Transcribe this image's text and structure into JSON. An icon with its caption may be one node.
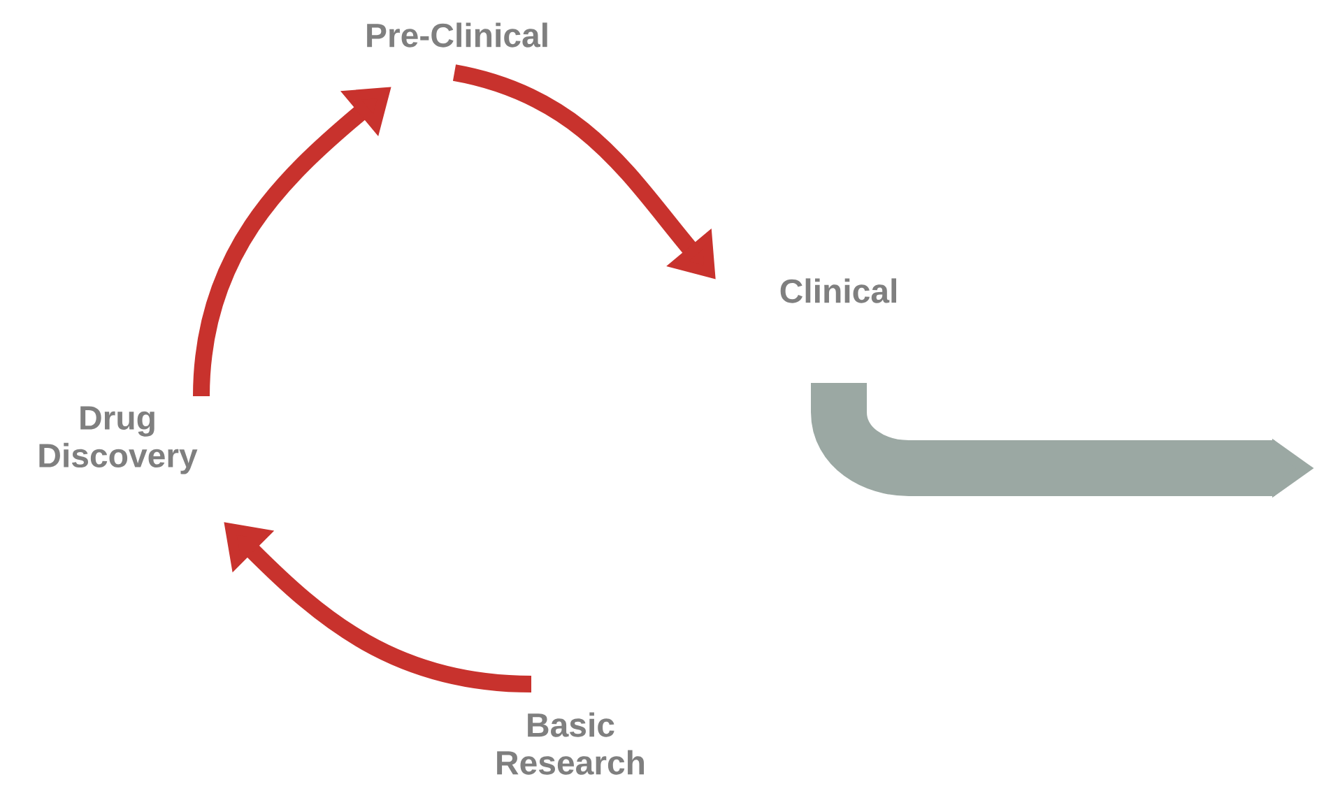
{
  "diagram": {
    "nodes": [
      {
        "text": [
          "Pre-Clinical"
        ]
      },
      {
        "text": [
          "Clinical"
        ]
      },
      {
        "text": [
          "Drug Discovery"
        ]
      },
      {
        "text": [
          "Basic Research"
        ]
      }
    ],
    "edges": [
      {
        "from": 3,
        "to": 2,
        "arrow": "to"
      },
      {
        "from": 2,
        "to": 0,
        "arrow": "to"
      },
      {
        "from": 0,
        "to": 1,
        "arrow": "to"
      },
      {
        "from": 1,
        "to": null,
        "arrow": "to",
        "style": "thick",
        "color": "#9ba8a3"
      }
    ]
  }
}
